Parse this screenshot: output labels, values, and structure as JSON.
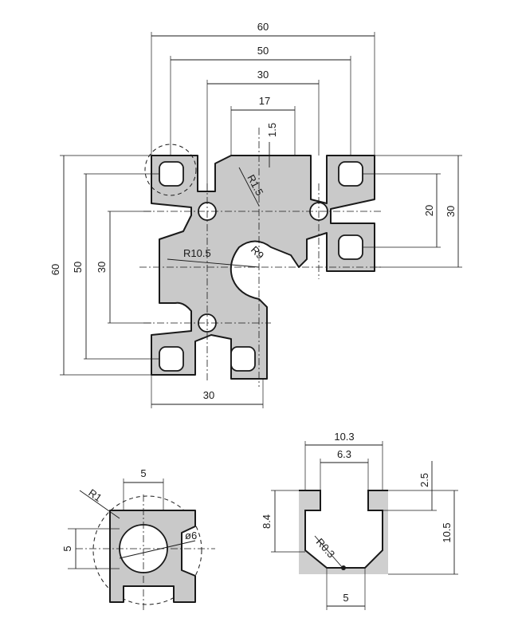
{
  "main_profile": {
    "dimensions": {
      "width_60": "60",
      "width_50": "50",
      "width_30": "30",
      "slot_17": "17",
      "lip_1_5": "1.5",
      "radius_1_5": "R1.5",
      "radius_10_5": "R10.5",
      "radius_9": "R9",
      "height_60": "60",
      "height_50": "50",
      "height_30": "30",
      "right_20": "20",
      "right_30": "30",
      "bottom_30": "30"
    }
  },
  "detail_hole": {
    "dimensions": {
      "width_5": "5",
      "height_5": "5",
      "radius_1": "R1",
      "diameter_6": "ø6"
    }
  },
  "detail_slot": {
    "dimensions": {
      "opening_10_3": "10.3",
      "inner_6_3": "6.3",
      "lip_2_5": "2.5",
      "depth_8_4": "8.4",
      "depth_10_5": "10.5",
      "radius_0_3": "R0.3",
      "bottom_5": "5"
    }
  }
}
